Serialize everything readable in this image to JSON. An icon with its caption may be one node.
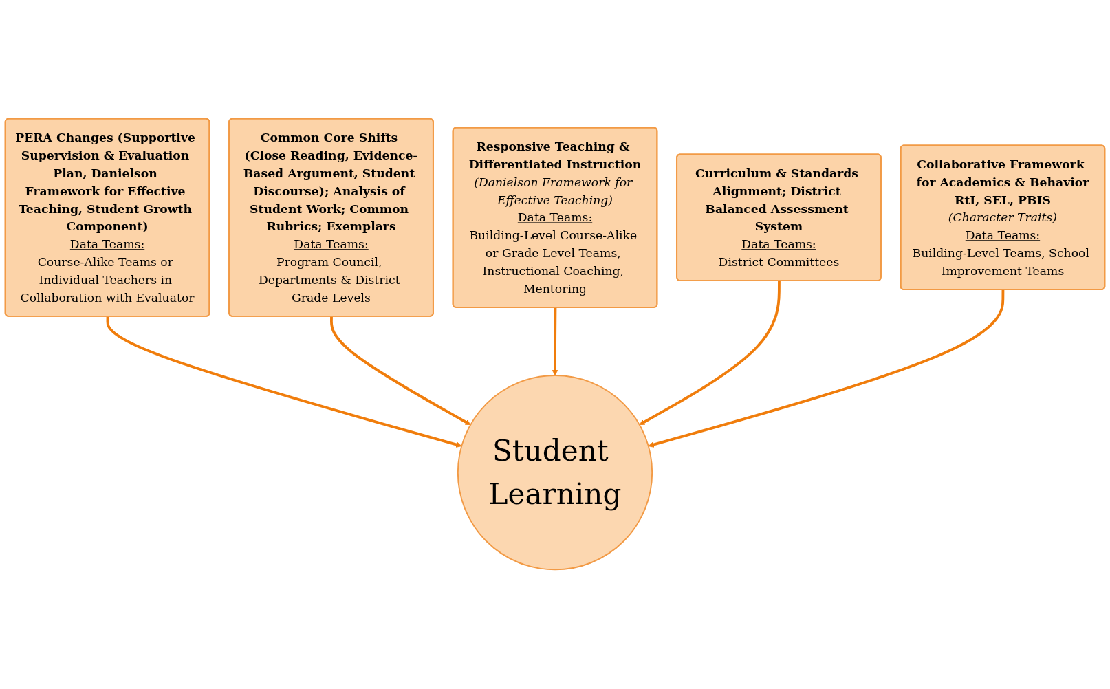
{
  "diagram": {
    "nodes": [
      {
        "text": [
          "PERA Changes (Supportive Supervision & Evaluation Plan, Danielson Framework for Effective Teaching, Student Growth Component)",
          "Data Teams:",
          "Course-Alike Teams or Individual Teachers in Collaboration with Evaluator"
        ]
      },
      {
        "text": [
          "Common Core Shifts (Close Reading, Evidence-Based Argument, Student Discourse); Analysis of Student Work; Common Rubrics; Exemplars",
          "Data Teams:",
          "Program Council, Departments & District Grade Levels"
        ]
      },
      {
        "text": [
          "Responsive Teaching & Differentiated Instruction",
          "(Danielson Framework for Effective Teaching)",
          "Data Teams:",
          "Building-Level Course-Alike or Grade Level Teams, Instructional Coaching, Mentoring"
        ]
      },
      {
        "text": [
          "Curriculum & Standards Alignment; District Balanced Assessment System",
          "Data Teams:",
          "District Committees"
        ]
      },
      {
        "text": [
          "Student Learning"
        ]
      },
      {
        "text": [
          "Collaborative Framework for Academics & Behavior",
          "RtI, SEL, PBIS",
          "(Character Traits)",
          "Data Teams:",
          "Building-Level Teams, School Improvement Teams"
        ]
      }
    ],
    "edges": [
      {
        "from": 0,
        "to": 4,
        "arrow": "to"
      },
      {
        "from": 1,
        "to": 4,
        "arrow": "to"
      },
      {
        "from": 2,
        "to": 4,
        "arrow": "to"
      },
      {
        "from": 3,
        "to": 4,
        "arrow": "to"
      },
      {
        "from": 5,
        "to": 4,
        "arrow": "to"
      }
    ]
  }
}
